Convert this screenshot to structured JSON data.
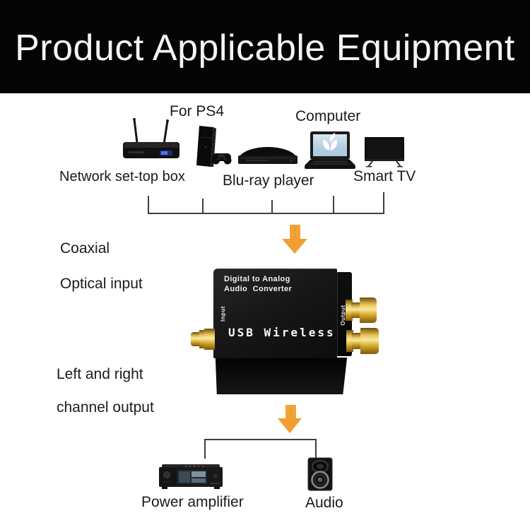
{
  "banner": {
    "title": "Product Applicable Equipment"
  },
  "device_labels": {
    "for_ps4": "For PS4",
    "computer": "Computer",
    "set_top_box": "Network set-top box",
    "bluray": "Blu-ray player",
    "smart_tv": "Smart TV"
  },
  "io_labels": {
    "coaxial": "Coaxial",
    "optical": "Optical input",
    "left_right": "Left and right",
    "channel_output": "channel output"
  },
  "converter": {
    "title_line1": "Digital to Analog",
    "title_line2": "Audio Converter",
    "side_input": "Input",
    "side_output": "Output",
    "brand": "USB Wireless"
  },
  "output_labels": {
    "amplifier": "Power amplifier",
    "audio": "Audio"
  },
  "icons": {
    "set_top_box": "router-with-antennas-icon",
    "ps4": "ps4-console-icon",
    "bluray": "bluray-player-icon",
    "computer": "laptop-icon",
    "smart_tv": "tv-icon",
    "amplifier": "av-receiver-icon",
    "audio": "speaker-icon",
    "arrows": "orange-down-arrow"
  },
  "colors": {
    "banner_bg": "#040404",
    "arrow_orange": "#F0A032",
    "rca_gold": "#D8A62C",
    "laptop_screen": "#BDD7E8",
    "bracket_line": "#3F3F3F",
    "device_black": "#141414"
  }
}
